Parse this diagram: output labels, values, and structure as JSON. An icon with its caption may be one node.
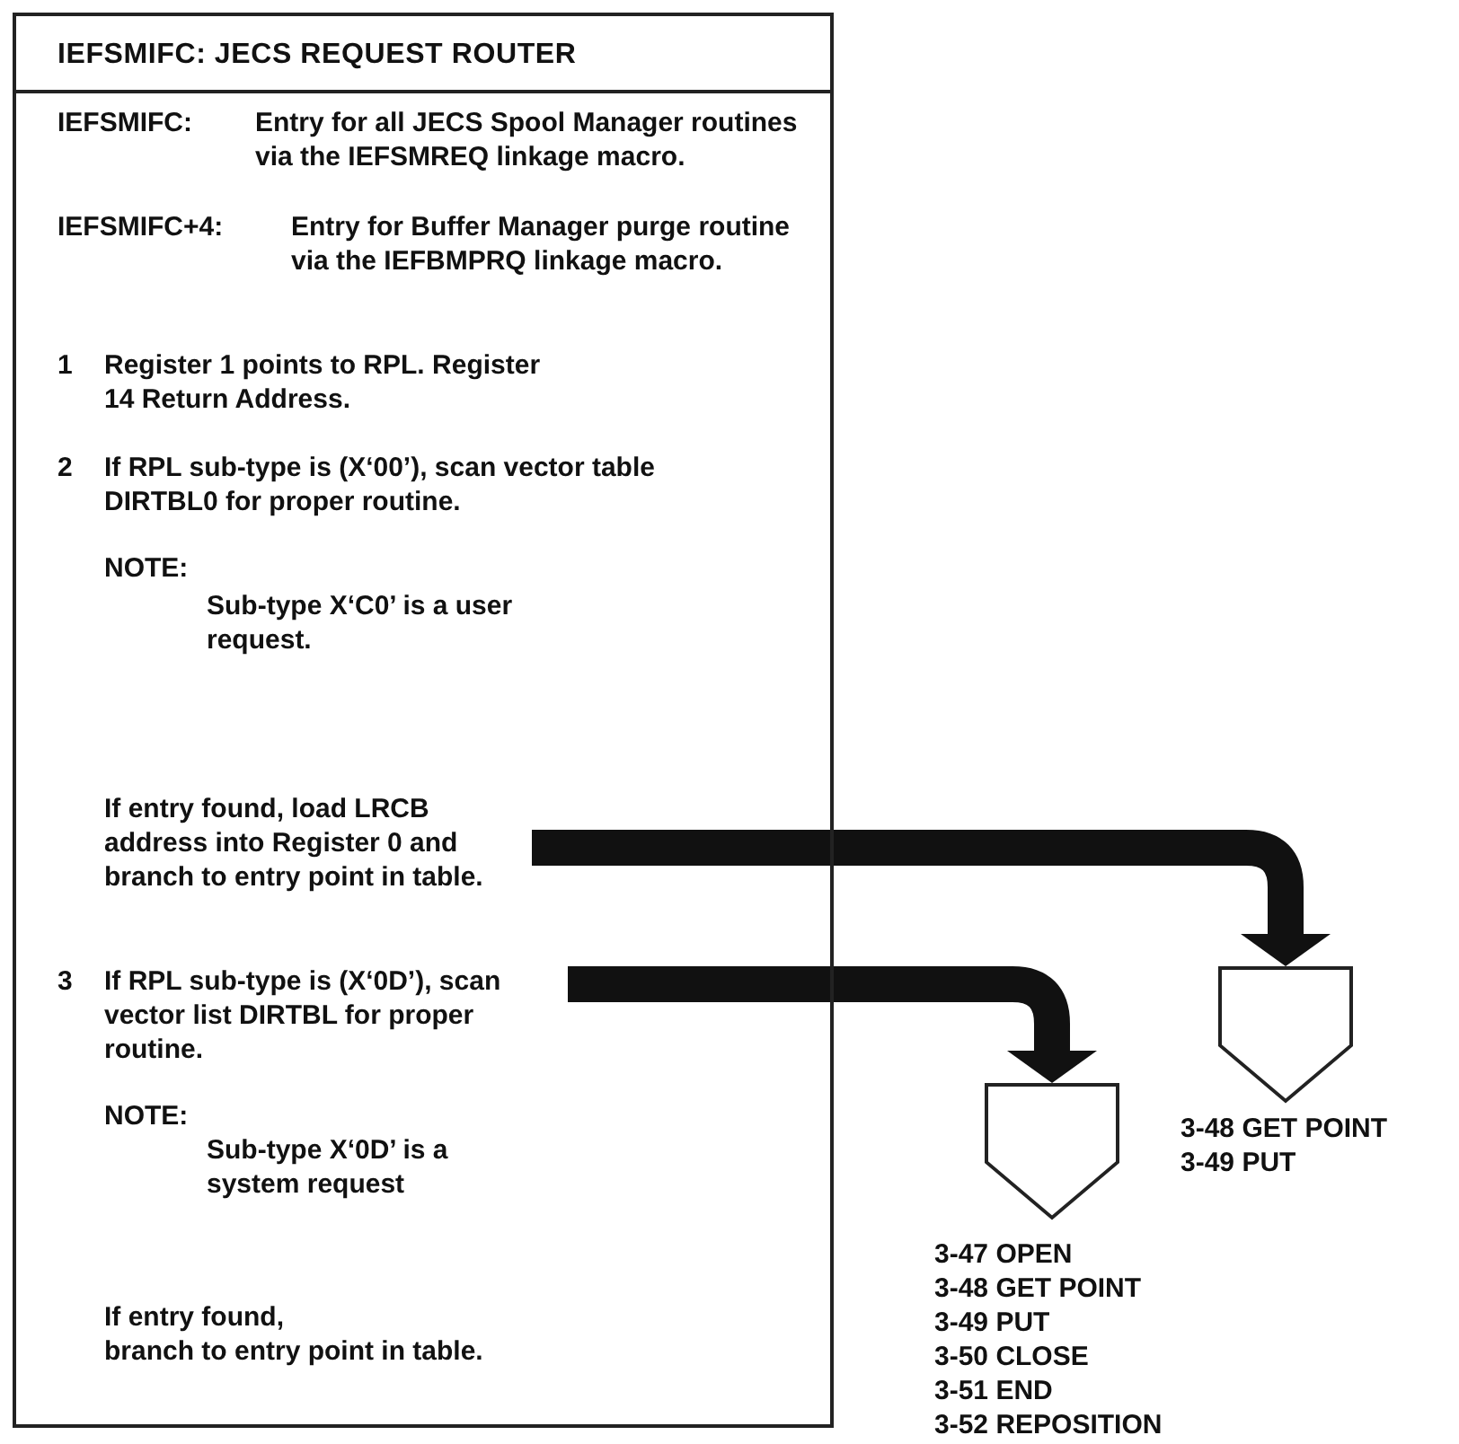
{
  "diagram": {
    "nodes": [
      {
        "text": [
          "IEFSMIFC: JECS REQUEST ROUTER",
          "IEFSMIFC:",
          "Entry for all JECS Spool Manager routines via the IEFSMREQ linkage macro.",
          "IEFSMIFC+4:",
          "Entry for Buffer Manager purge routine via the IEFBMPRQ linkage macro.",
          "1",
          "Register 1 points to RPL. Register 14 Return Address.",
          "2",
          "If RPL sub-type is (X‘00’), scan vector table DIRTBL0 for proper routine.",
          "NOTE:",
          "Sub-type X‘C0’ is a user request.",
          "NOTE:",
          "Sub-type X‘0D’ is a system request",
          "If entry found,",
          "branch to entry point in table."
        ]
      },
      {
        "text": [
          "If entry found, load LRCB address into Register 0 and branch to entry point in table."
        ],
        "in": 0
      },
      {
        "text": [
          "3",
          "If RPL sub-type is (X‘0D’), scan vector list DIRTBL for proper routine."
        ],
        "in": 0
      },
      {
        "text": [],
        "shape": "pentagon",
        "beside": [
          "3-47 OPEN",
          "3-48 GET POINT",
          "3-49 PUT",
          "3-50 CLOSE",
          "3-51 END",
          "3-52 REPOSITION"
        ]
      },
      {
        "text": [],
        "shape": "pentagon",
        "beside": [
          "3-48 GET POINT",
          "3-49 PUT"
        ]
      }
    ],
    "edges": [
      {
        "from": 1,
        "to": 4,
        "arrow": "to"
      },
      {
        "from": 2,
        "to": 3,
        "arrow": "to"
      }
    ]
  }
}
